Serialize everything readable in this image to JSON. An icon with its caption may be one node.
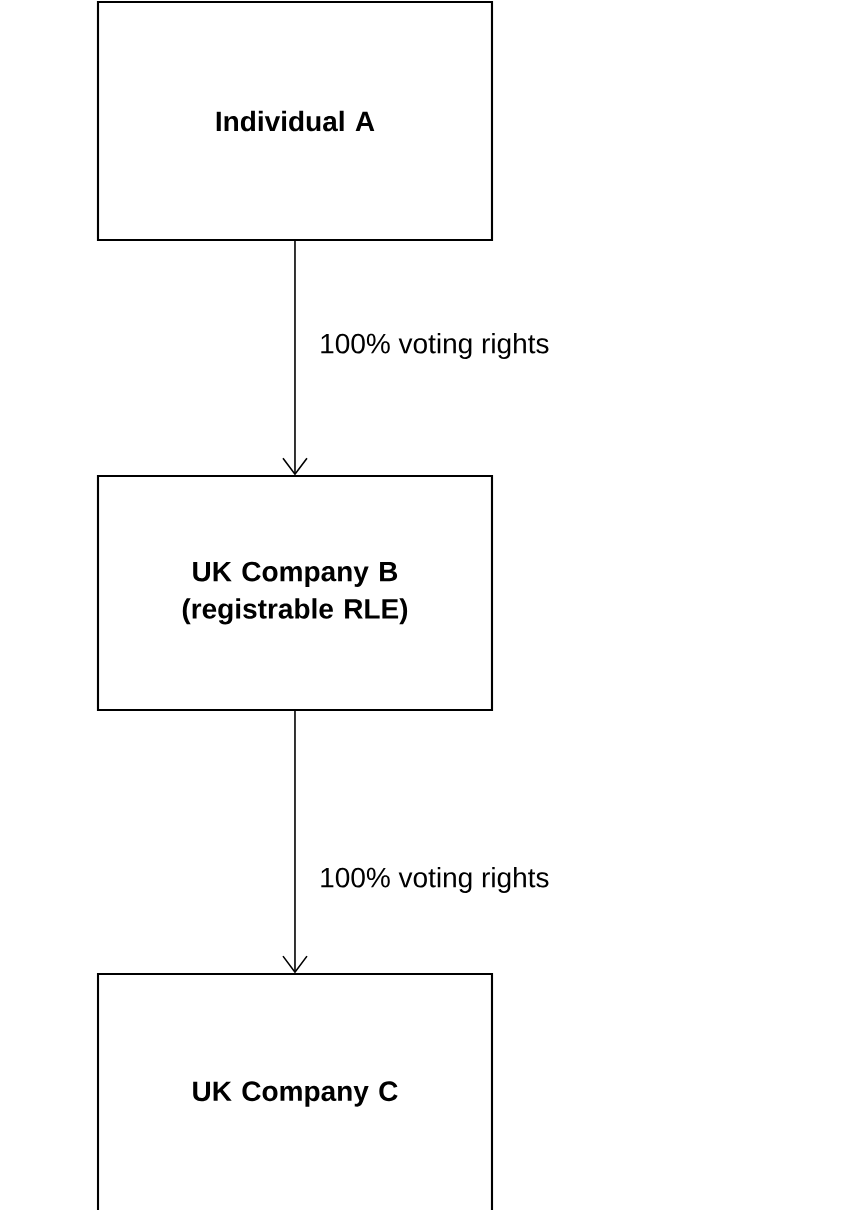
{
  "diagram": {
    "nodes": [
      {
        "text": [
          "Individual A"
        ]
      },
      {
        "text": [
          "UK Company B (registrable RLE)"
        ]
      },
      {
        "text": [
          "UK Company C"
        ]
      }
    ],
    "edges": [
      {
        "from": 0,
        "to": 1,
        "arrow": "to",
        "label": "100% voting rights"
      },
      {
        "from": 1,
        "to": 2,
        "arrow": "to",
        "label": "100% voting rights"
      }
    ]
  }
}
